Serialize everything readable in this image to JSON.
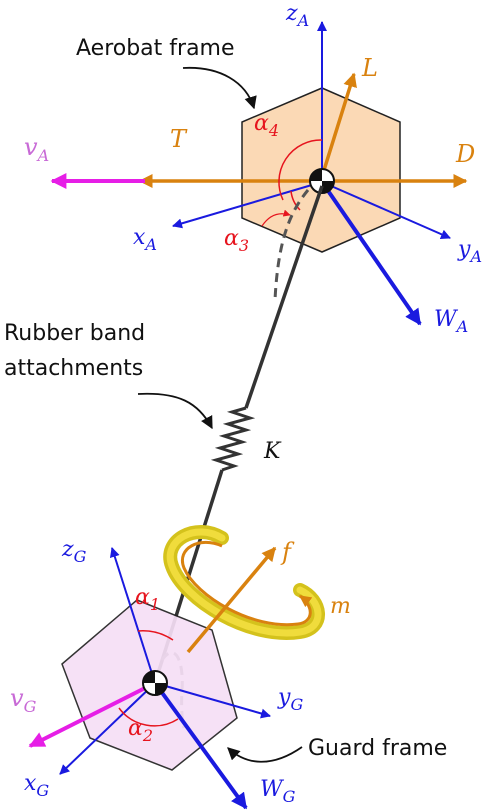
{
  "labels": {
    "aerobat_frame": "Aerobat frame",
    "rubber_band_line1": "Rubber band",
    "rubber_band_line2": "attachments",
    "guard_frame": "Guard frame"
  },
  "symbols": {
    "zA": "z",
    "zA_sub": "A",
    "xA": "x",
    "xA_sub": "A",
    "yA": "y",
    "yA_sub": "A",
    "vA": "v",
    "vA_sub": "A",
    "WA": "W",
    "WA_sub": "A",
    "L": "L",
    "T": "T",
    "D": "D",
    "alpha4": "α",
    "alpha4_sub": "4",
    "alpha3": "α",
    "alpha3_sub": "3",
    "K": "K",
    "f": "f",
    "m": "m",
    "zG": "z",
    "zG_sub": "G",
    "xG": "x",
    "xG_sub": "G",
    "yG": "y",
    "yG_sub": "G",
    "vG": "v",
    "vG_sub": "G",
    "WG": "W",
    "WG_sub": "G",
    "alpha1": "α",
    "alpha1_sub": "1",
    "alpha2": "α",
    "alpha2_sub": "2"
  },
  "colors": {
    "blue": "#1a1adf",
    "orange": "#d9820f",
    "magenta": "#e61ee6",
    "red": "#e6141e",
    "hex_aerobat_fill": "#fbd9b5",
    "hex_guard_fill": "#f6dff6",
    "band_yellow": "#d4c21c",
    "band_inner": "#f0dc3c"
  }
}
